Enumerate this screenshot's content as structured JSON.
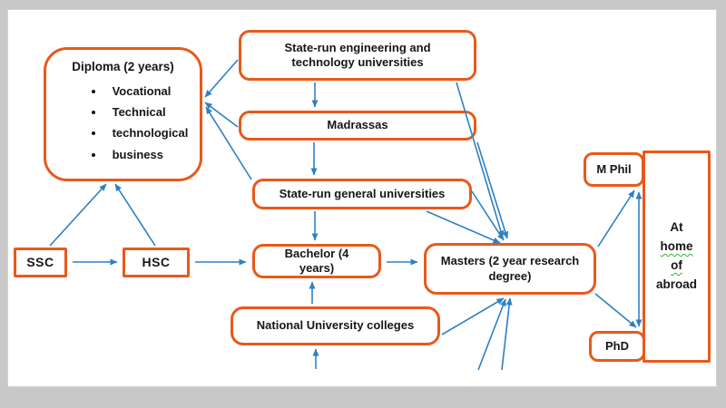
{
  "diagram_title": "Education pathways flowchart",
  "colors": {
    "page_background": "#c8c8c8",
    "canvas_background": "#ffffff",
    "box_border": "#e8591b",
    "arrow": "#2e80c3",
    "text": "#161616",
    "spellcheck_squiggle": "#2eb82e"
  },
  "nodes": {
    "diploma": {
      "title": "Diploma (2 years)",
      "bullets": [
        "Vocational",
        "Technical",
        "technological",
        "business"
      ]
    },
    "engineering": {
      "label": "State-run engineering and technology universities"
    },
    "madrassas": {
      "label": "Madrassas"
    },
    "general": {
      "label": "State-run general universities"
    },
    "ssc": {
      "label": "SSC"
    },
    "hsc": {
      "label": "HSC"
    },
    "bachelor": {
      "label": "Bachelor (4 years)"
    },
    "masters": {
      "label": "Masters (2 year research degree)"
    },
    "national": {
      "label": "National University colleges"
    },
    "mphil": {
      "label": "M Phil"
    },
    "phd": {
      "label": "PhD"
    },
    "athome": {
      "lines": [
        "At",
        "home",
        "of",
        "abroad"
      ],
      "squiggle_words": [
        "home",
        "of"
      ]
    }
  },
  "edges": [
    {
      "from": "SSC",
      "to": "HSC"
    },
    {
      "from": "HSC",
      "to": "Bachelor (4 years)"
    },
    {
      "from": "Bachelor (4 years)",
      "to": "Masters (2 year research degree)"
    },
    {
      "from": "SSC",
      "to": "Diploma (2 years)"
    },
    {
      "from": "HSC",
      "to": "Diploma (2 years)"
    },
    {
      "from": "State-run engineering and technology universities",
      "to": "Diploma (2 years)"
    },
    {
      "from": "Madrassas",
      "to": "Diploma (2 years)"
    },
    {
      "from": "State-run general universities",
      "to": "Diploma (2 years)"
    },
    {
      "from": "State-run engineering and technology universities",
      "to": "Madrassas"
    },
    {
      "from": "Madrassas",
      "to": "State-run general universities"
    },
    {
      "from": "State-run general universities",
      "to": "Bachelor (4 years)"
    },
    {
      "from": "National University colleges",
      "to": "Bachelor (4 years)"
    },
    {
      "from": "offpage-bottom",
      "to": "National University colleges"
    },
    {
      "from": "State-run engineering and technology universities",
      "to": "Masters (2 year research degree)"
    },
    {
      "from": "Madrassas",
      "to": "Masters (2 year research degree)"
    },
    {
      "from": "State-run general universities",
      "to": "Masters (2 year research degree)"
    },
    {
      "from": "National University colleges",
      "to": "Masters (2 year research degree)"
    },
    {
      "from": "offpage-bottom",
      "to": "Masters (2 year research degree)"
    },
    {
      "from": "offpage-bottom-2",
      "to": "Masters (2 year research degree)"
    },
    {
      "from": "Masters (2 year research degree)",
      "to": "M Phil"
    },
    {
      "from": "Masters (2 year research degree)",
      "to": "PhD"
    },
    {
      "from": "M Phil",
      "to": "PhD",
      "bidirectional": true
    }
  ]
}
